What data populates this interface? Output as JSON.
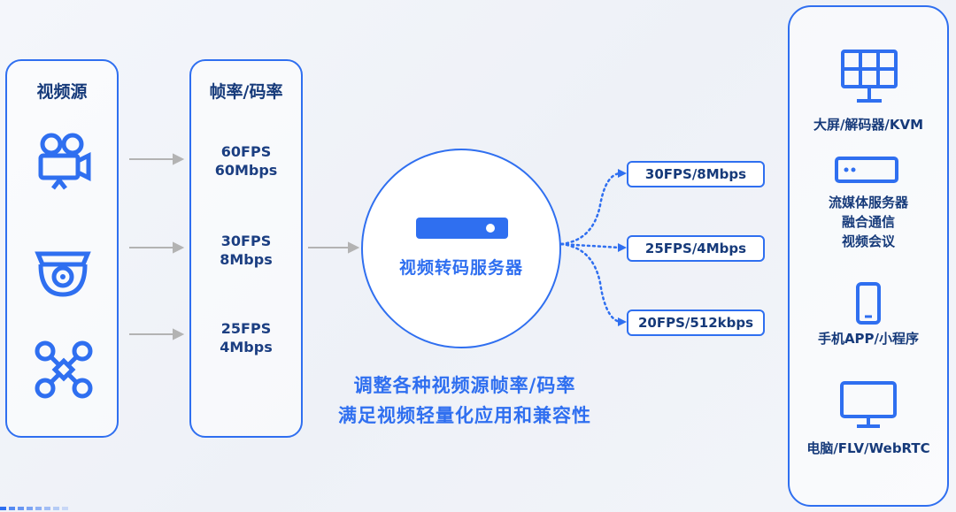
{
  "source": {
    "title": "视频源",
    "icons": [
      "video-camera-icon",
      "dome-camera-icon",
      "drone-icon"
    ]
  },
  "rates": {
    "title": "帧率/码率",
    "items": [
      {
        "fps": "60FPS",
        "bitrate": "60Mbps"
      },
      {
        "fps": "30FPS",
        "bitrate": "8Mbps"
      },
      {
        "fps": "25FPS",
        "bitrate": "4Mbps"
      }
    ]
  },
  "server": {
    "label": "视频转码服务器",
    "icon": "server-icon"
  },
  "outputs": [
    "30FPS/8Mbps",
    "25FPS/4Mbps",
    "20FPS/512kbps"
  ],
  "devices": [
    {
      "icon": "video-wall-icon",
      "label": "大屏/解码器/KVM"
    },
    {
      "icon": "streaming-server-icon",
      "label": "流媒体服务器\n融合通信\n视频会议"
    },
    {
      "icon": "mobile-phone-icon",
      "label": "手机APP/小程序"
    },
    {
      "icon": "monitor-icon",
      "label": "电脑/FLV/WebRTC"
    }
  ],
  "caption": {
    "line1": "调整各种视频源帧率/码率",
    "line2": "满足视频轻量化应用和兼容性"
  },
  "colors": {
    "accent": "#2f6ff0",
    "text": "#163a7a",
    "arrow": "#b3b3b3"
  }
}
